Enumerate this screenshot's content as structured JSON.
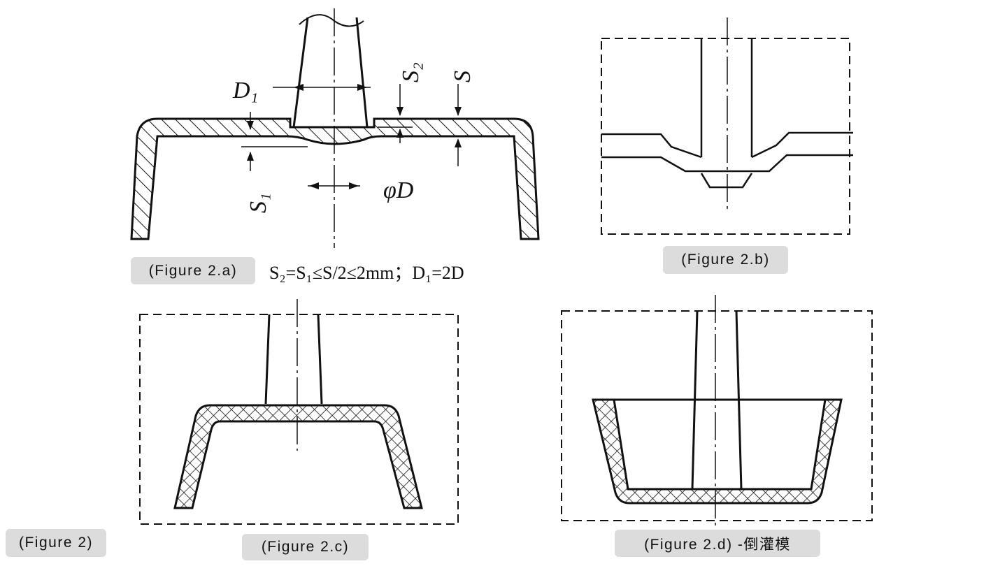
{
  "captions": {
    "fig_a": "(Figure 2.a)",
    "fig_b": "(Figure 2.b)",
    "fig_c": "(Figure 2.c)",
    "fig_d": "(Figure 2.d) -倒灌模",
    "fig_main": "(Figure 2)"
  },
  "formula": "S₂=S₁≤S/2≤2mm；D₁=2D",
  "dimension_labels": {
    "d1": "D₁",
    "s2": "S₂",
    "s": "S",
    "s1": "S₁",
    "phi_d": "φD"
  }
}
